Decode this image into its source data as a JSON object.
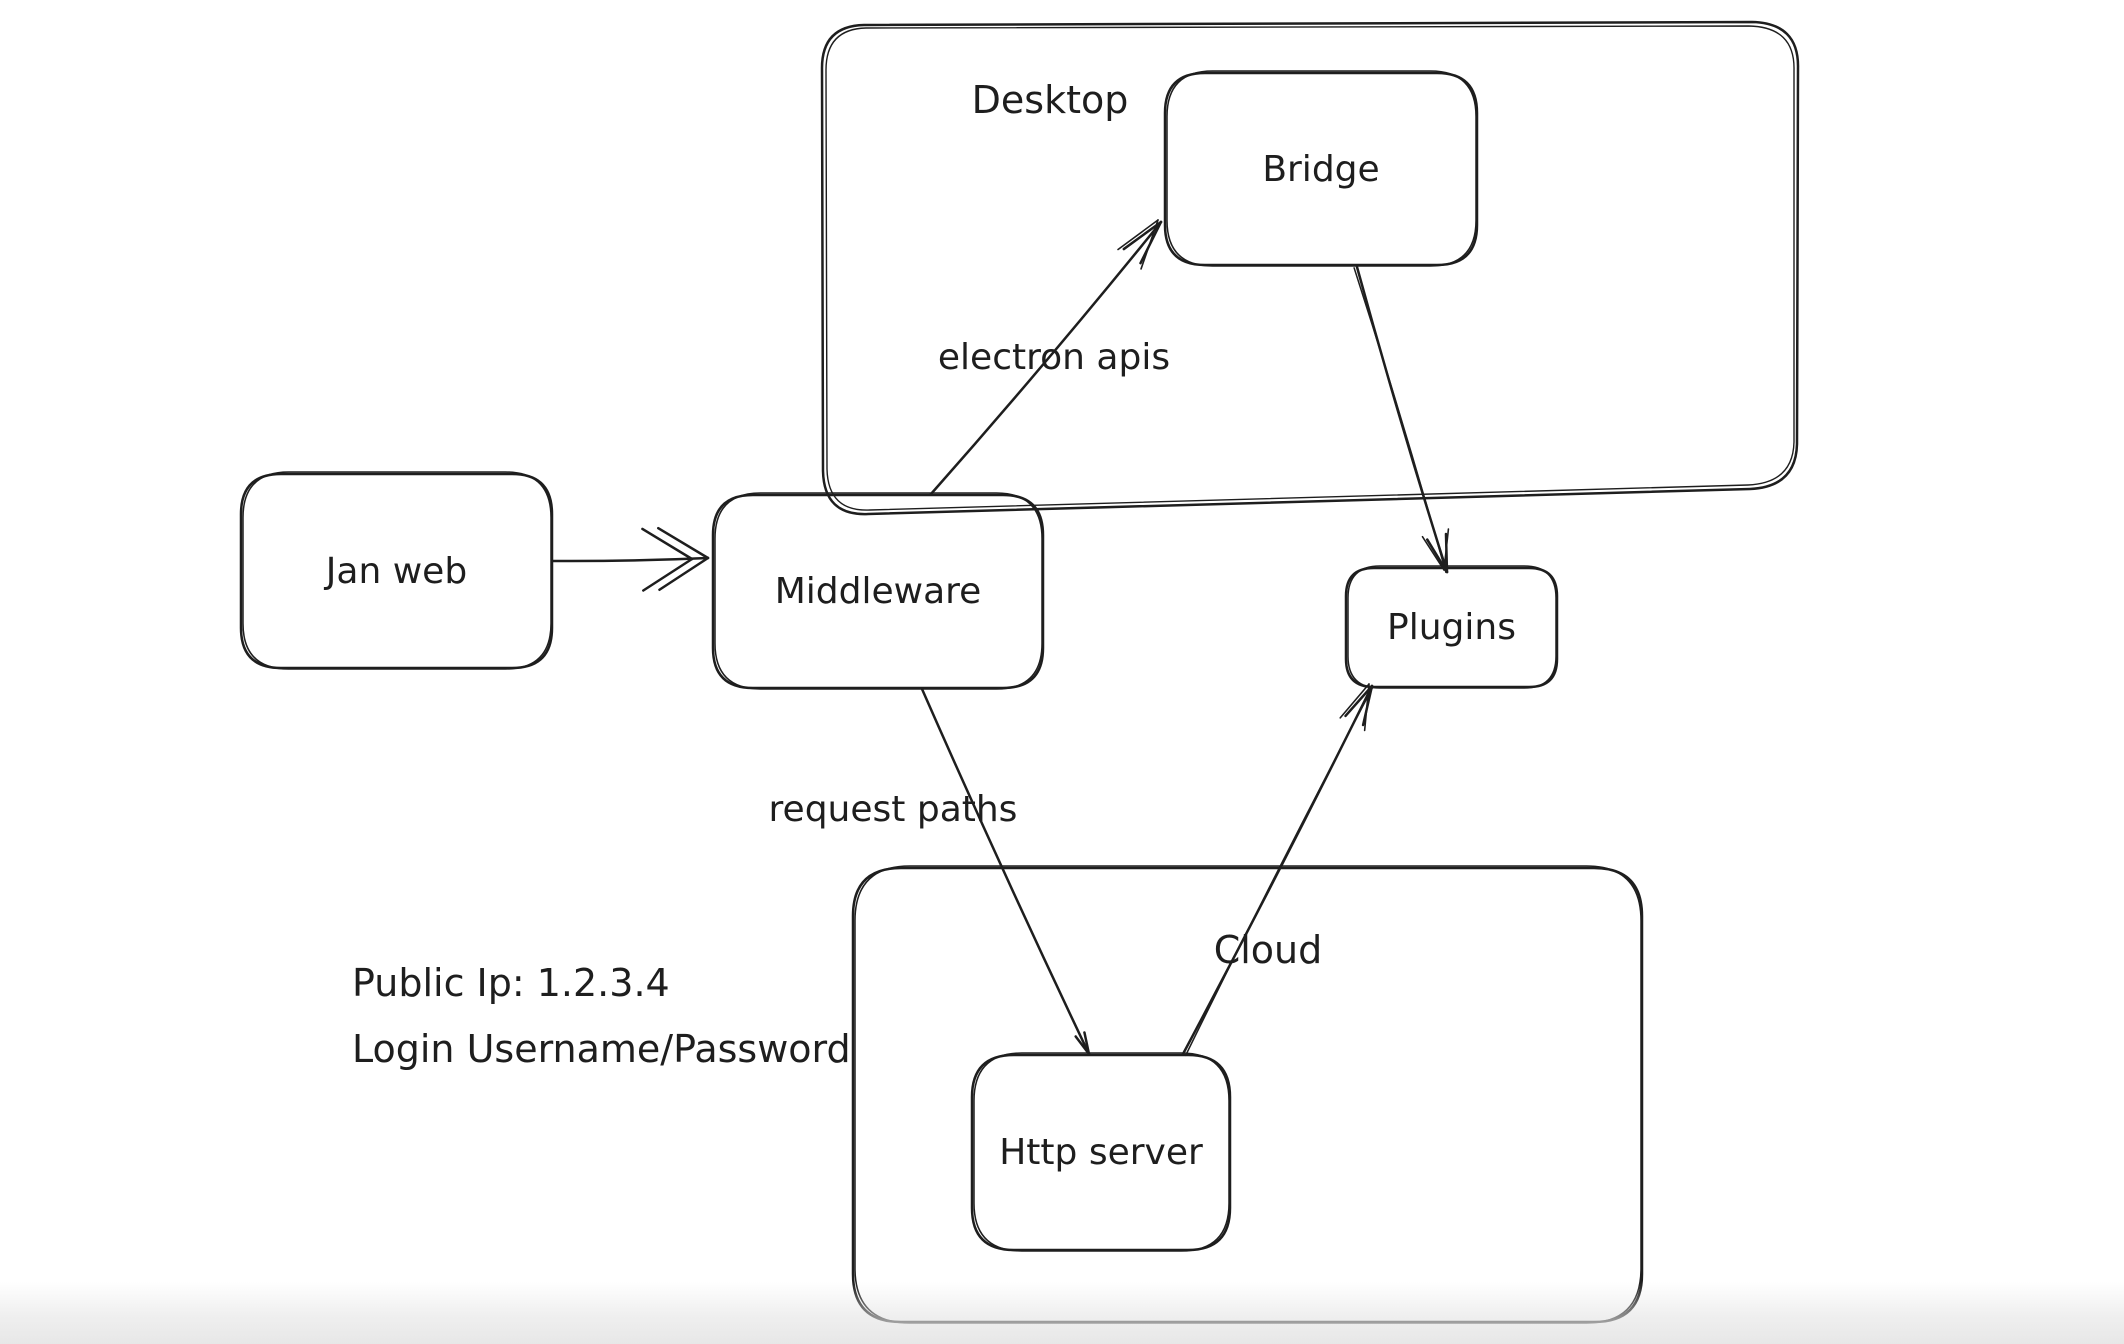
{
  "app": {
    "type": "hand-drawn architecture diagram",
    "colors": {
      "stroke": "#1e1e1e",
      "canvas": "#ffffff"
    }
  },
  "diagram": {
    "containers": {
      "desktop": {
        "label": "Desktop"
      },
      "cloud": {
        "label": "Cloud"
      }
    },
    "nodes": {
      "jan_web": {
        "label": "Jan web"
      },
      "middleware": {
        "label": "Middleware"
      },
      "bridge": {
        "label": "Bridge"
      },
      "plugins": {
        "label": "Plugins"
      },
      "http_server": {
        "label": "Http server"
      }
    },
    "edges": [
      {
        "id": "jan-web-to-middleware",
        "from": "jan_web",
        "to": "middleware",
        "label": ""
      },
      {
        "id": "middleware-to-bridge",
        "from": "middleware",
        "to": "bridge",
        "label": "electron apis"
      },
      {
        "id": "bridge-to-plugins",
        "from": "bridge",
        "to": "plugins",
        "label": ""
      },
      {
        "id": "middleware-to-http-server",
        "from": "middleware",
        "to": "http_server",
        "label": "request paths"
      },
      {
        "id": "http-server-to-plugins",
        "from": "http_server",
        "to": "plugins",
        "label": ""
      }
    ],
    "annotations": {
      "public_ip": "Public Ip: 1.2.3.4",
      "login": "Login Username/Password"
    }
  }
}
